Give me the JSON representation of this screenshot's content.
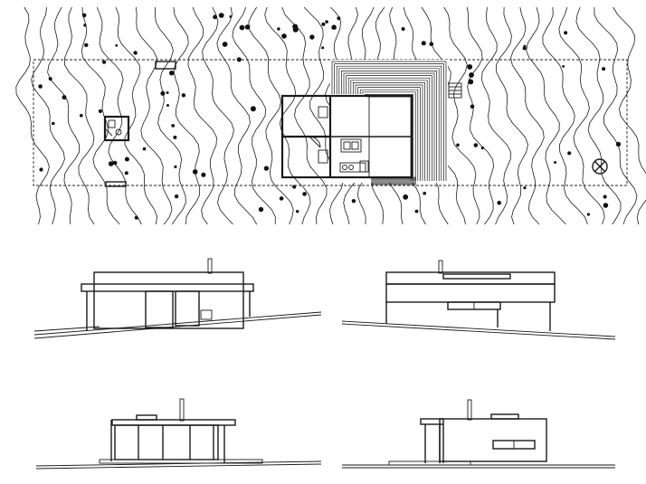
{
  "drawing": {
    "ink_color": "#1a1a1a",
    "paper_color": "#ffffff",
    "views": [
      {
        "id": "site-plan",
        "kind": "plan"
      },
      {
        "id": "elevation-south",
        "kind": "elevation"
      },
      {
        "id": "elevation-north",
        "kind": "elevation"
      },
      {
        "id": "elevation-east",
        "kind": "elevation"
      },
      {
        "id": "elevation-west",
        "kind": "elevation"
      }
    ],
    "icons": [
      "north-marker-icon",
      "tree-dot-icon",
      "contour-line-icon"
    ]
  }
}
